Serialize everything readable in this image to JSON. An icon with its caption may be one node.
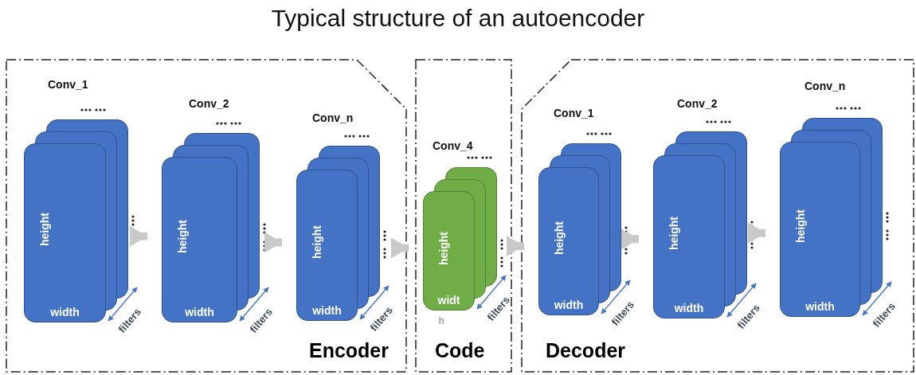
{
  "diagram": {
    "title": "Typical structure of an autoencoder",
    "nodes": [
      {
        "text": [
          "Encoder"
        ]
      },
      {
        "text": [
          "Conv_1",
          "height",
          "width",
          "filters"
        ],
        "in": 0
      },
      {
        "text": [
          "Conv_2",
          "height",
          "width",
          "filters"
        ],
        "in": 0
      },
      {
        "text": [
          "Conv_n",
          "height",
          "width",
          "filters"
        ],
        "in": 0
      },
      {
        "text": [
          "Code"
        ]
      },
      {
        "text": [
          "Conv_4",
          "height",
          "widt",
          "h",
          "filters"
        ],
        "in": 4
      },
      {
        "text": [
          "Decoder"
        ]
      },
      {
        "text": [
          "Conv_1",
          "height",
          "width",
          "filters"
        ],
        "in": 6
      },
      {
        "text": [
          "Conv_2",
          "height",
          "width",
          "filters"
        ],
        "in": 6
      },
      {
        "text": [
          "Conv_n",
          "height",
          "width",
          "filters"
        ],
        "in": 6
      }
    ],
    "edges": [
      {
        "from": 1,
        "to": 2,
        "arrow": "to"
      },
      {
        "from": 2,
        "to": 3,
        "arrow": "to"
      },
      {
        "from": 3,
        "to": 5,
        "arrow": "to"
      },
      {
        "from": 5,
        "to": 7,
        "arrow": "to"
      },
      {
        "from": 7,
        "to": 8,
        "arrow": "to"
      },
      {
        "from": 8,
        "to": 9,
        "arrow": "to"
      }
    ]
  }
}
